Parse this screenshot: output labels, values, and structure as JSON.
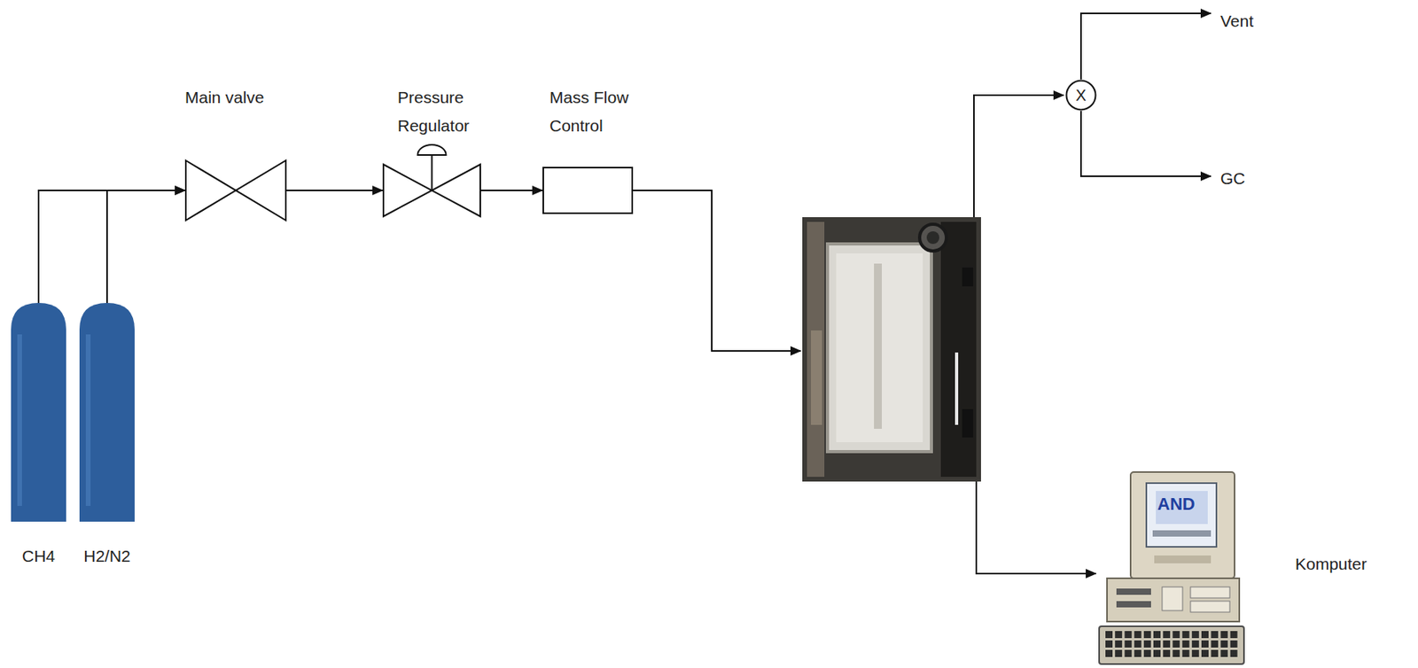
{
  "diagram": {
    "nodes": [
      {
        "text": [
          "CH4"
        ]
      },
      {
        "text": [
          "H2/N2"
        ]
      },
      {
        "text": [
          "Main valve"
        ]
      },
      {
        "text": [
          "Pressure Regulator"
        ]
      },
      {
        "text": [
          "Mass Flow Control"
        ]
      },
      {
        "text": [
          "X"
        ]
      },
      {
        "text": [
          "Komputer"
        ]
      }
    ],
    "edges": [
      {
        "from": 0,
        "to": 2,
        "arrow": "to"
      },
      {
        "from": 1,
        "to": 2,
        "arrow": "to"
      },
      {
        "from": 2,
        "to": 3,
        "arrow": "to"
      },
      {
        "from": 3,
        "to": 4,
        "arrow": "to"
      }
    ],
    "labels": [
      "Vent",
      "GC",
      "AND"
    ]
  }
}
